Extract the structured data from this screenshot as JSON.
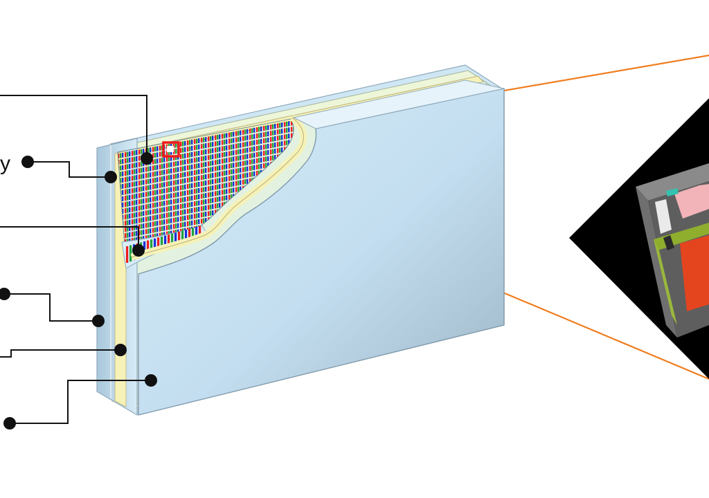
{
  "labels": {
    "display_label": "y"
  },
  "colors": {
    "subpixel_red": "#ee1c1c",
    "subpixel_green": "#1fa23a",
    "subpixel_blue": "#1a2fd6",
    "panel_face": "#c9e3f2",
    "panel_shade": "#9ab4c6",
    "adhesive_yellow": "#f6f1b6",
    "leader_line": "#111111",
    "zoom_line": "#f07d1f",
    "highlight_box": "#ee1c1c"
  },
  "icons": {
    "callout_marker": "filled-circle",
    "zoom_callout": "rotated-black-square"
  }
}
